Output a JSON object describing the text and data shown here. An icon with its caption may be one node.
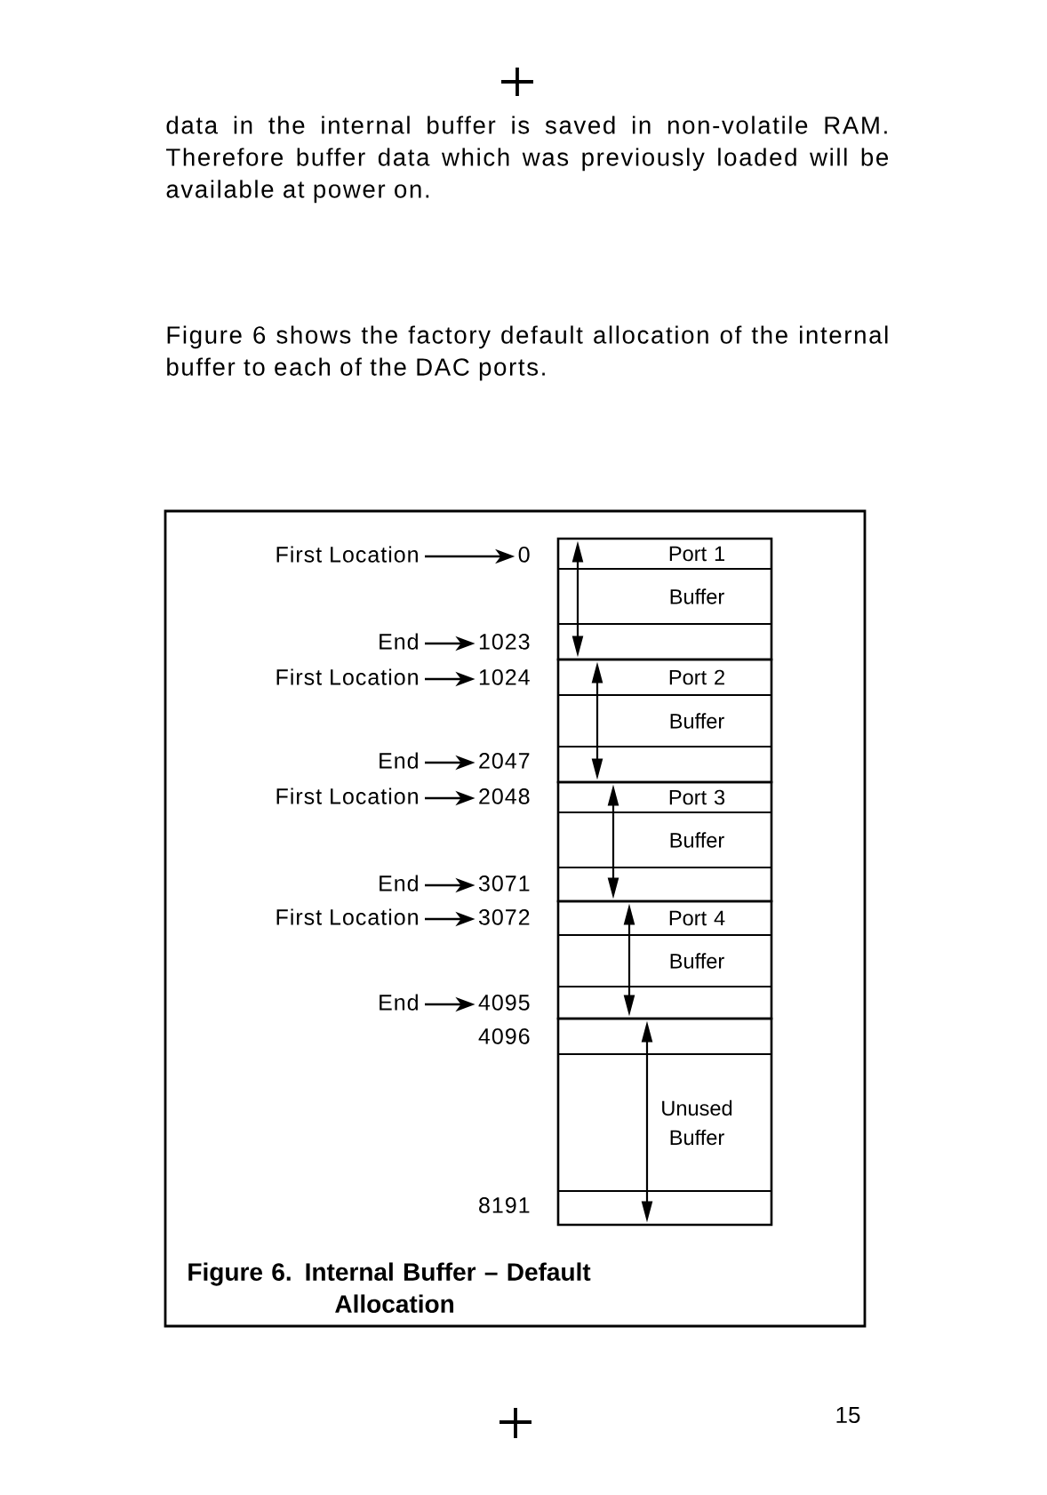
{
  "diagram": {
    "caption": "Figure 6. Internal Buffer – Default Allocation",
    "nodes": [
      {
        "text": [
          "First Location"
        ]
      },
      {
        "text": [
          "0"
        ]
      },
      {
        "text": [
          "End"
        ]
      },
      {
        "text": [
          "1023"
        ]
      },
      {
        "text": [
          "First Location"
        ]
      },
      {
        "text": [
          "1024"
        ]
      },
      {
        "text": [
          "End"
        ]
      },
      {
        "text": [
          "2047"
        ]
      },
      {
        "text": [
          "First Location"
        ]
      },
      {
        "text": [
          "2048"
        ]
      },
      {
        "text": [
          "End"
        ]
      },
      {
        "text": [
          "3071"
        ]
      },
      {
        "text": [
          "First Location"
        ]
      },
      {
        "text": [
          "3072"
        ]
      },
      {
        "text": [
          "End"
        ]
      },
      {
        "text": [
          "4095"
        ]
      },
      {
        "text": [
          "Port 1",
          "Buffer"
        ]
      },
      {
        "text": [
          "Port 2",
          "Buffer"
        ]
      },
      {
        "text": [
          "Port 3",
          "Buffer"
        ]
      },
      {
        "text": [
          "Port 4",
          "Buffer"
        ]
      },
      {
        "text": [
          "Unused Buffer"
        ]
      }
    ],
    "edges": [
      {
        "from": 0,
        "to": 1,
        "arrow": "to"
      },
      {
        "from": 2,
        "to": 3,
        "arrow": "to"
      },
      {
        "from": 4,
        "to": 5,
        "arrow": "to"
      },
      {
        "from": 6,
        "to": 7,
        "arrow": "to"
      },
      {
        "from": 8,
        "to": 9,
        "arrow": "to"
      },
      {
        "from": 10,
        "to": 11,
        "arrow": "to"
      },
      {
        "from": 12,
        "to": 13,
        "arrow": "to"
      },
      {
        "from": 14,
        "to": 15,
        "arrow": "to"
      }
    ],
    "labels": [
      "data in the internal buffer is saved in non-volatile RAM. Therefore buffer data which was previously loaded will be available at power on.",
      "Figure 6 shows the factory default allocation of the internal buffer to each of the DAC ports.",
      "4096",
      "8191",
      "15"
    ]
  }
}
